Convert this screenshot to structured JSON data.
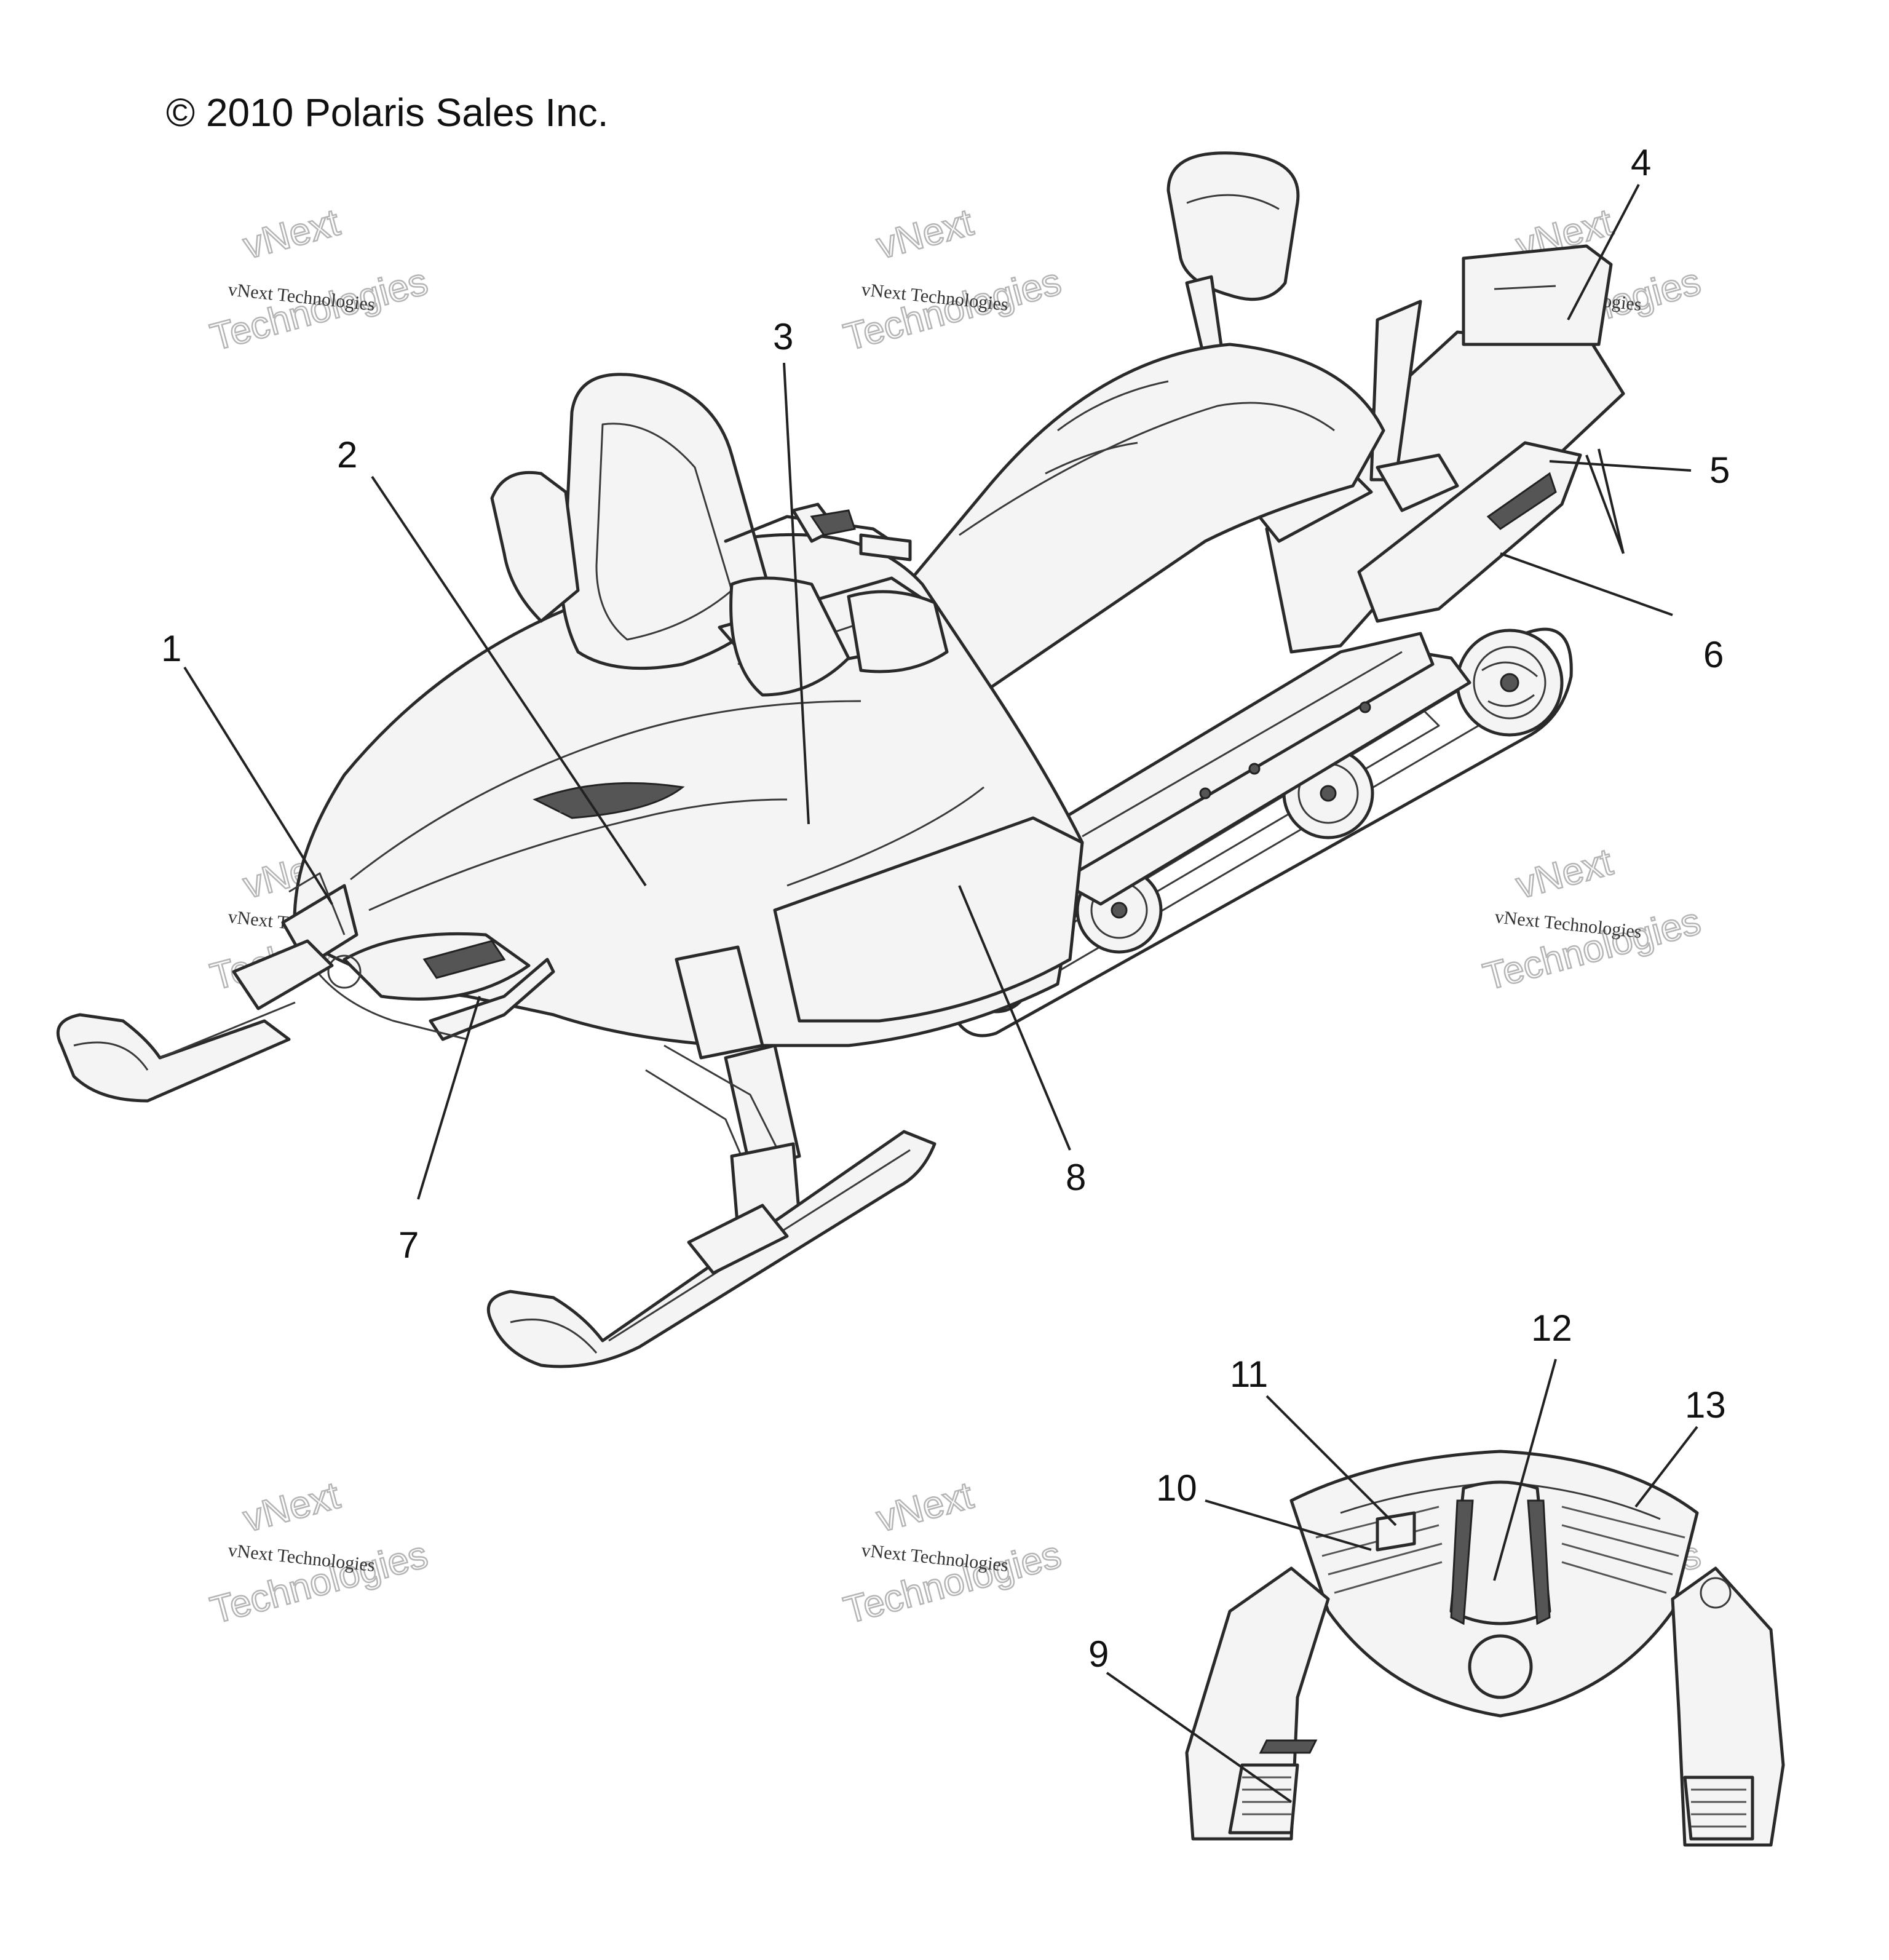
{
  "copyright": "© 2010 Polaris Sales Inc.",
  "watermark": {
    "line1": "vNext",
    "line2": "vNext Technologies",
    "line3": "Technologies"
  },
  "callouts": [
    "1",
    "2",
    "3",
    "4",
    "5",
    "6",
    "7",
    "8",
    "9",
    "10",
    "11",
    "12",
    "13"
  ]
}
